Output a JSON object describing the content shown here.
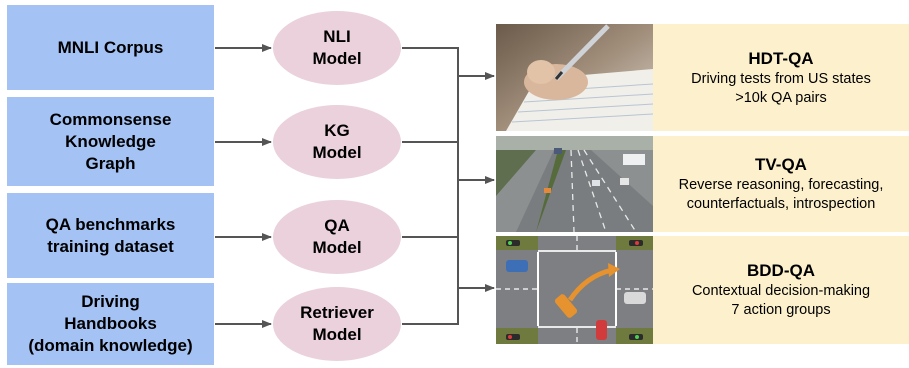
{
  "sources": [
    {
      "label": "MNLI Corpus"
    },
    {
      "label": "Commonsense\nKnowledge\nGraph"
    },
    {
      "label": "QA benchmarks\ntraining dataset"
    },
    {
      "label": "Driving\nHandbooks\n(domain knowledge)"
    }
  ],
  "models": [
    {
      "label": "NLI\nModel"
    },
    {
      "label": "KG\nModel"
    },
    {
      "label": "QA\nModel"
    },
    {
      "label": "Retriever\nModel"
    }
  ],
  "datasets": [
    {
      "title": "HDT-QA",
      "lines": [
        "Driving tests from US states",
        ">10k QA pairs"
      ],
      "image": "hand-writing-test-photo"
    },
    {
      "title": "TV-QA",
      "lines": [
        "Reverse reasoning, forecasting,",
        "counterfactuals, introspection"
      ],
      "image": "highway-traffic-photo"
    },
    {
      "title": "BDD-QA",
      "lines": [
        "Contextual decision-making",
        "7 action groups"
      ],
      "image": "intersection-simulation-image"
    }
  ],
  "colors": {
    "source_fill": "#a4c2f4",
    "model_fill": "#ead1dc",
    "dataset_fill": "#fdf1cd",
    "connector": "#555555"
  }
}
